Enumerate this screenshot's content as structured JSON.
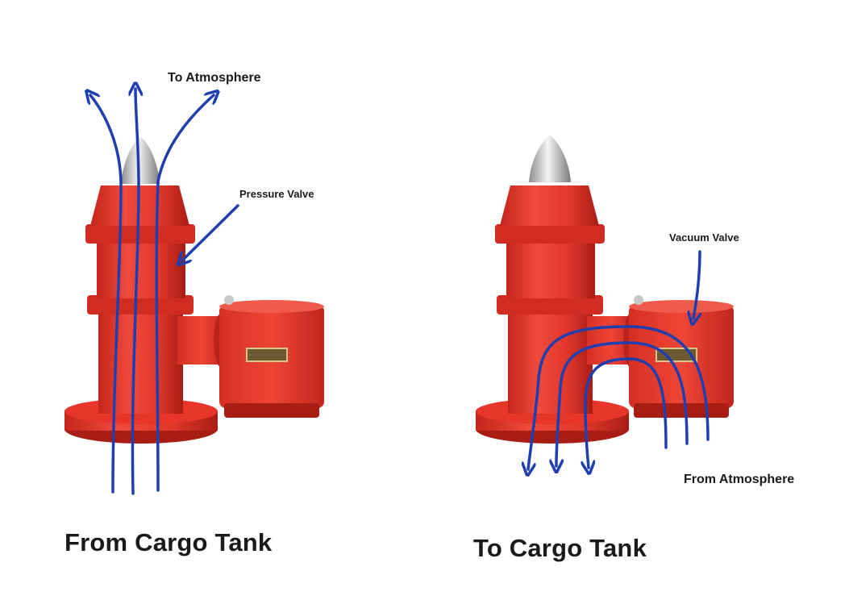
{
  "labels": {
    "to_atmosphere": "To Atmosphere",
    "pressure_valve": "Pressure Valve",
    "vacuum_valve": "Vacuum Valve",
    "from_atmosphere": "From Atmosphere",
    "from_cargo_tank": "From Cargo Tank",
    "to_cargo_tank": "To Cargo Tank"
  },
  "colors": {
    "valve_red": "#e8352a",
    "valve_dark_red": "#b01d14",
    "valve_shadow": "#8e150f",
    "cap_silver": "#c9c9c9",
    "arrow_blue": "#1f3fb0",
    "background": "#ffffff"
  }
}
